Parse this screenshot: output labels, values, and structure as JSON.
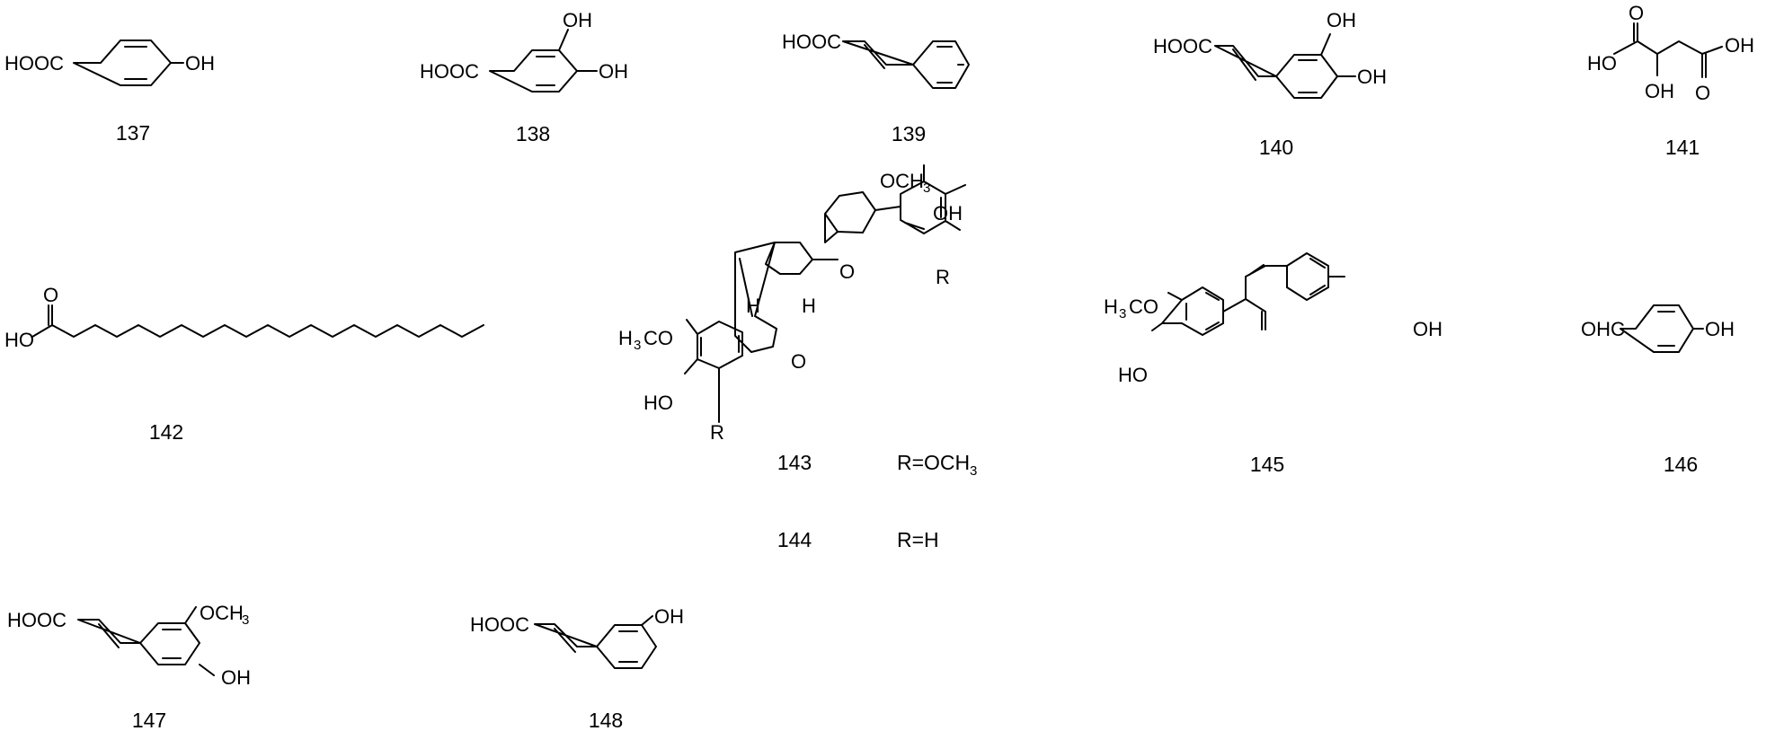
{
  "figure": {
    "compounds": [
      {
        "number": "137",
        "labels": [
          "HOOC",
          "OH"
        ]
      },
      {
        "number": "138",
        "labels": [
          "HOOC",
          "OH",
          "OH"
        ]
      },
      {
        "number": "139",
        "labels": [
          "HOOC"
        ]
      },
      {
        "number": "140",
        "labels": [
          "HOOC",
          "OH",
          "OH"
        ]
      },
      {
        "number": "141",
        "labels": [
          "HO",
          "O",
          "OH",
          "O",
          "OH"
        ]
      },
      {
        "number": "142",
        "labels": [
          "HO",
          "O"
        ]
      },
      {
        "number": "143",
        "labels": [
          "OCH",
          "3",
          "OH",
          "O",
          "H",
          "H",
          "O",
          "R",
          "H",
          "3",
          "CO",
          "HO",
          "R"
        ],
        "substituent": "R=OCH",
        "substituent_sub": "3"
      },
      {
        "number": "144",
        "substituent": "R=H"
      },
      {
        "number": "145",
        "labels": [
          "H",
          "3",
          "CO",
          "HO",
          "OH"
        ]
      },
      {
        "number": "146",
        "labels": [
          "OHC",
          "OH"
        ]
      },
      {
        "number": "147",
        "labels": [
          "HOOC",
          "OCH",
          "3",
          "OH"
        ]
      },
      {
        "number": "148",
        "labels": [
          "HOOC",
          "OH"
        ]
      }
    ]
  }
}
